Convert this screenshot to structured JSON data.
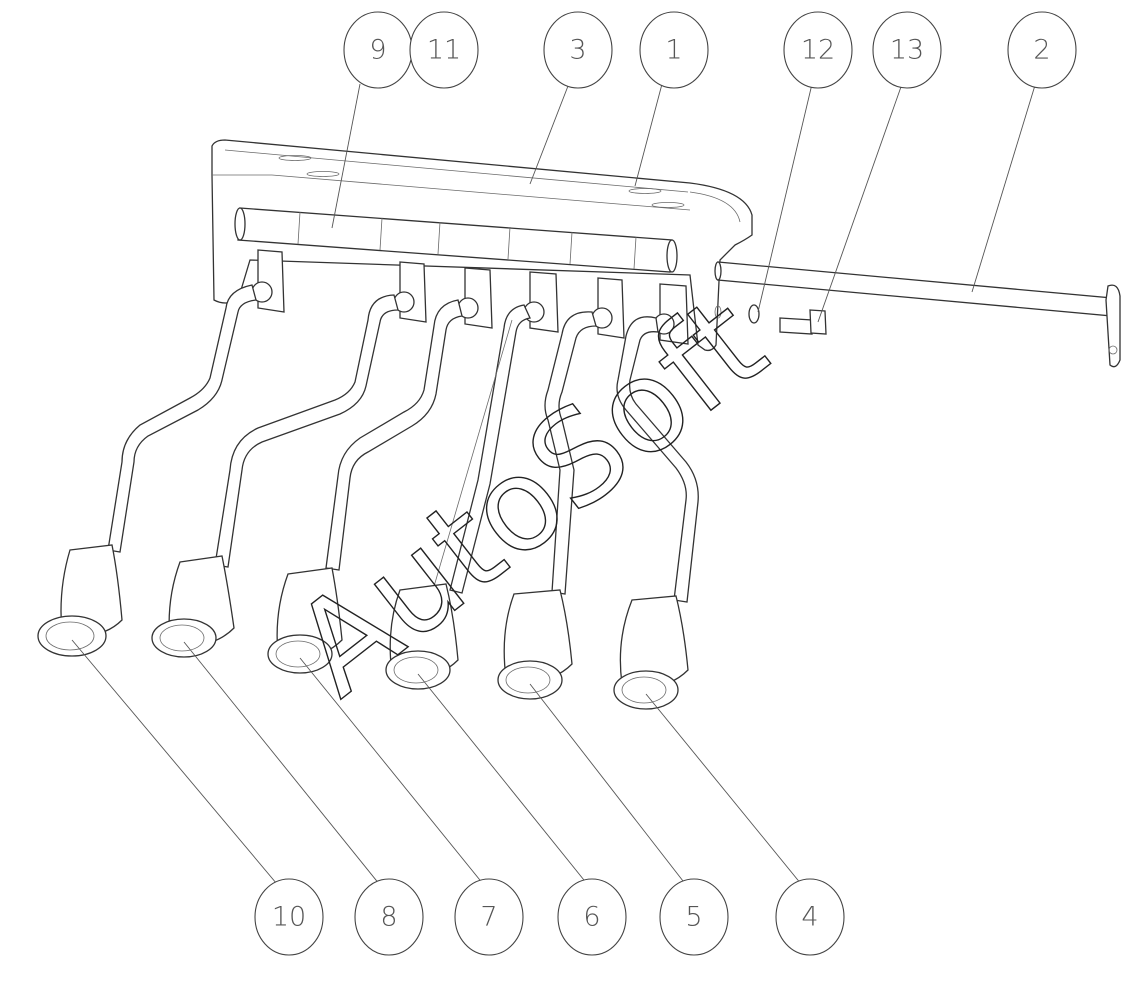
{
  "balloons": [
    {
      "id": "9"
    },
    {
      "id": "11"
    },
    {
      "id": "3"
    },
    {
      "id": "1"
    },
    {
      "id": "12"
    },
    {
      "id": "13"
    },
    {
      "id": "2"
    },
    {
      "id": "10"
    },
    {
      "id": "8"
    },
    {
      "id": "7"
    },
    {
      "id": "6"
    },
    {
      "id": "5"
    },
    {
      "id": "4"
    }
  ],
  "watermark": "AutoSoft",
  "colors": {
    "line": "#333333",
    "background": "#ffffff"
  }
}
